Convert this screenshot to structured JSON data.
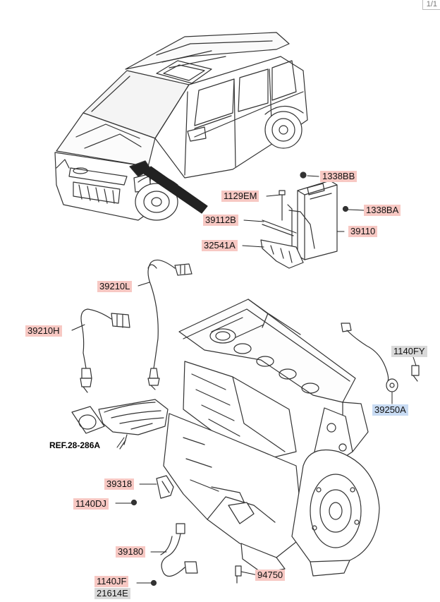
{
  "page_number": "1/1",
  "reference": "REF.28-286A",
  "colors": {
    "part_label": "#f7c8c3",
    "selected_label": "#c8dbf3",
    "plain_label": "#d9d9d9",
    "line": "#333333"
  },
  "parts": {
    "p1338BB": "1338BB",
    "p1129EM": "1129EM",
    "p1338BA": "1338BA",
    "p39112B": "39112B",
    "p39110": "39110",
    "p32541A": "32541A",
    "p39210L": "39210L",
    "p39210H": "39210H",
    "p1140FY": "1140FY",
    "p39250A": "39250A",
    "p39318": "39318",
    "p1140DJ": "1140DJ",
    "p39180": "39180",
    "p94750": "94750",
    "p1140JF": "1140JF",
    "p21614E": "21614E"
  }
}
